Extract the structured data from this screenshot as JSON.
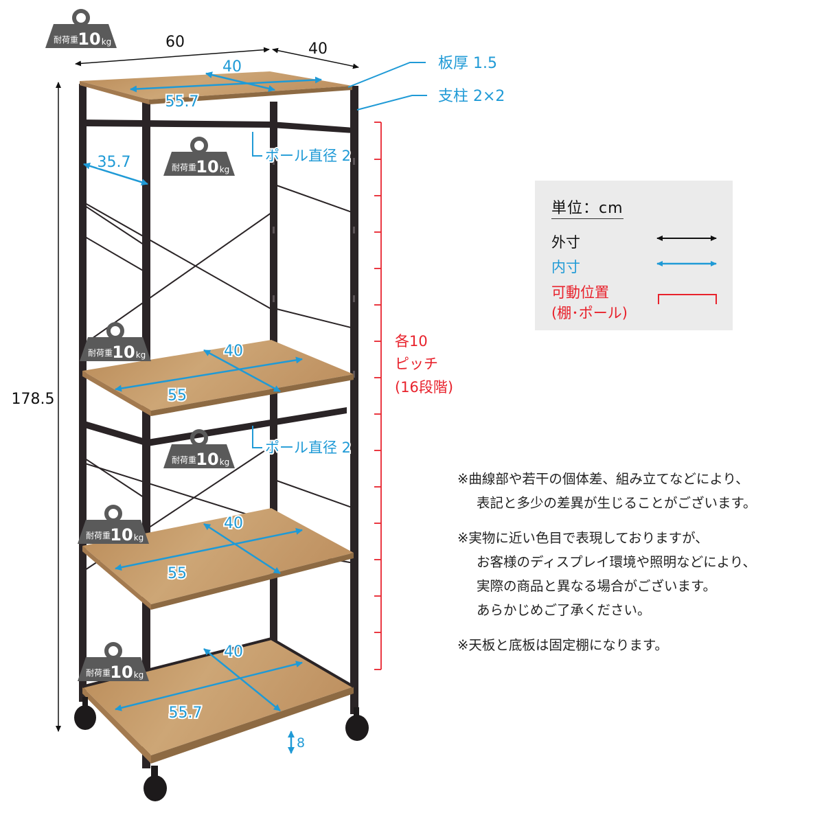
{
  "dimensions": {
    "width_outer": "60",
    "depth_outer": "40",
    "height_outer": "178.5",
    "top_inner_depth": "40",
    "top_inner_width": "55.7",
    "side_inner_depth": "35.7",
    "board_thickness": "板厚 1.5",
    "post_size": "支柱 2×2",
    "pole_upper": "ポール直径 2",
    "pole_lower": "ポール直径 2",
    "shelf1_depth": "40",
    "shelf1_width": "55",
    "shelf2_depth": "40",
    "shelf2_width": "55",
    "bottom_depth": "40",
    "bottom_width": "55.7",
    "caster_clearance": "8"
  },
  "pitch": {
    "line1": "各10",
    "line2": "ピッチ",
    "line3": "(16段階)"
  },
  "load_badges": {
    "prefix": "耐荷重",
    "value": "10",
    "unit": "kg"
  },
  "legend": {
    "unit": "単位：cm",
    "outer": "外寸",
    "inner": "内寸",
    "movable_line1": "可動位置",
    "movable_line2": "(棚･ポール)"
  },
  "notes": [
    [
      "※曲線部や若干の個体差、組み立てなどにより、",
      "表記と多少の差異が生じることがございます。"
    ],
    [
      "※実物に近い色目で表現しておりますが、",
      "お客様のディスプレイ環境や照明などにより、",
      "実際の商品と異なる場合がございます。",
      "あらかじめご了承ください。"
    ],
    [
      "※天板と底板は固定棚になります。"
    ]
  ],
  "colors": {
    "outer": "#111111",
    "inner": "#1f9ad6",
    "movable": "#e8222c",
    "wood": "#c8a070",
    "frame": "#2a2426",
    "badge": "#5a5a5a"
  }
}
